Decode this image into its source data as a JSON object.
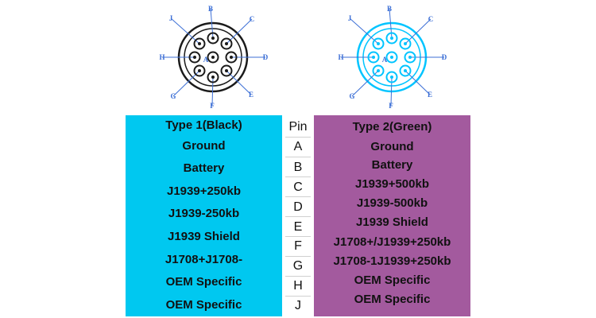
{
  "connector_diagrams": {
    "pin_labels": [
      "A",
      "B",
      "C",
      "D",
      "E",
      "F",
      "G",
      "H",
      "J"
    ],
    "type1_color": "#1a1a1a",
    "type2_color": "#00c4ff",
    "line_color": "#3c6fd6"
  },
  "table": {
    "left_header": "Type 1(Black)",
    "pin_header": "Pin",
    "right_header": "Type 2(Green)",
    "left_values": [
      "Ground",
      "Battery",
      "J1939+250kb",
      "J1939-250kb",
      "J1939 Shield",
      "J1708+J1708-",
      "OEM Specific",
      "OEM Specific"
    ],
    "pins": [
      "A",
      "B",
      "C",
      "D",
      "E",
      "F",
      "G",
      "H",
      "J"
    ],
    "right_values": [
      "Ground",
      "Battery",
      "J1939+500kb",
      "J1939-500kb",
      "J1939 Shield",
      "J1708+/J1939+250kb",
      "J1708-1J1939+250kb",
      "OEM Specific",
      "OEM Specific"
    ],
    "colors": {
      "left": "#00c8f0",
      "right": "#a35a9e",
      "pin": "#ffffff"
    }
  }
}
